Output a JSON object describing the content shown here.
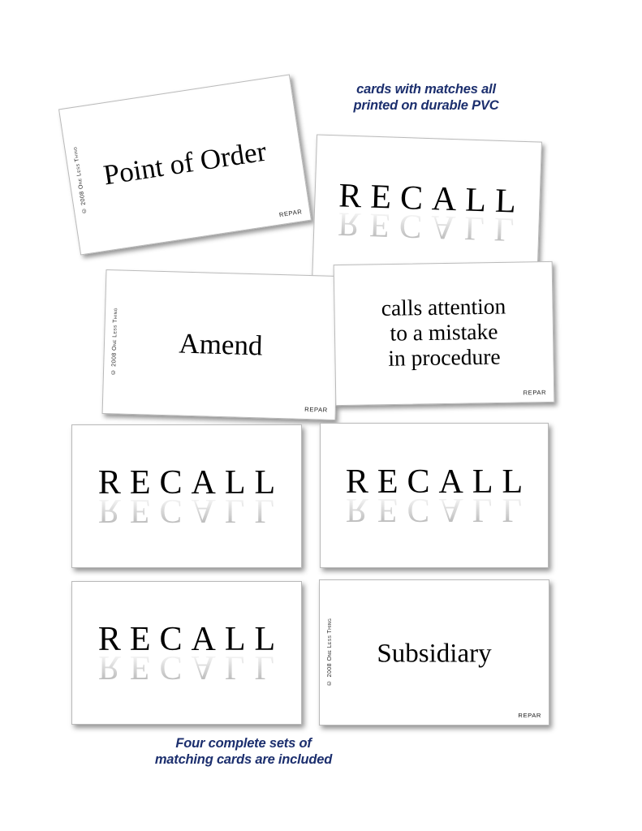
{
  "captions": {
    "top": "cards with matches all\nprinted on durable PVC",
    "bottom": "Four complete sets of\nmatching cards are included",
    "color": "#1c2f6e"
  },
  "card_common": {
    "copyright": "© 2008 One Less Thing",
    "brand": "REPAR"
  },
  "cards": [
    {
      "id": "point-of-order",
      "type": "term",
      "text": "Point of Order",
      "copyright": "© 2008 One Less Thing",
      "brand": "REPAR"
    },
    {
      "id": "recall-1",
      "type": "recall",
      "text": "RECALL",
      "reflection": "RECALL"
    },
    {
      "id": "amend",
      "type": "term",
      "text": "Amend",
      "copyright": "© 2008 One Less Thing",
      "brand": "REPAR"
    },
    {
      "id": "calls-attention",
      "type": "definition",
      "text": "calls attention\nto a mistake\nin procedure",
      "brand": "REPAR"
    },
    {
      "id": "recall-2",
      "type": "recall",
      "text": "RECALL",
      "reflection": "RECALL"
    },
    {
      "id": "recall-3",
      "type": "recall",
      "text": "RECALL",
      "reflection": "RECALL"
    },
    {
      "id": "recall-4",
      "type": "recall",
      "text": "RECALL",
      "reflection": "RECALL"
    },
    {
      "id": "subsidiary",
      "type": "term",
      "text": "Subsidiary",
      "copyright": "© 2008 One Less Thing",
      "brand": "REPAR"
    }
  ]
}
